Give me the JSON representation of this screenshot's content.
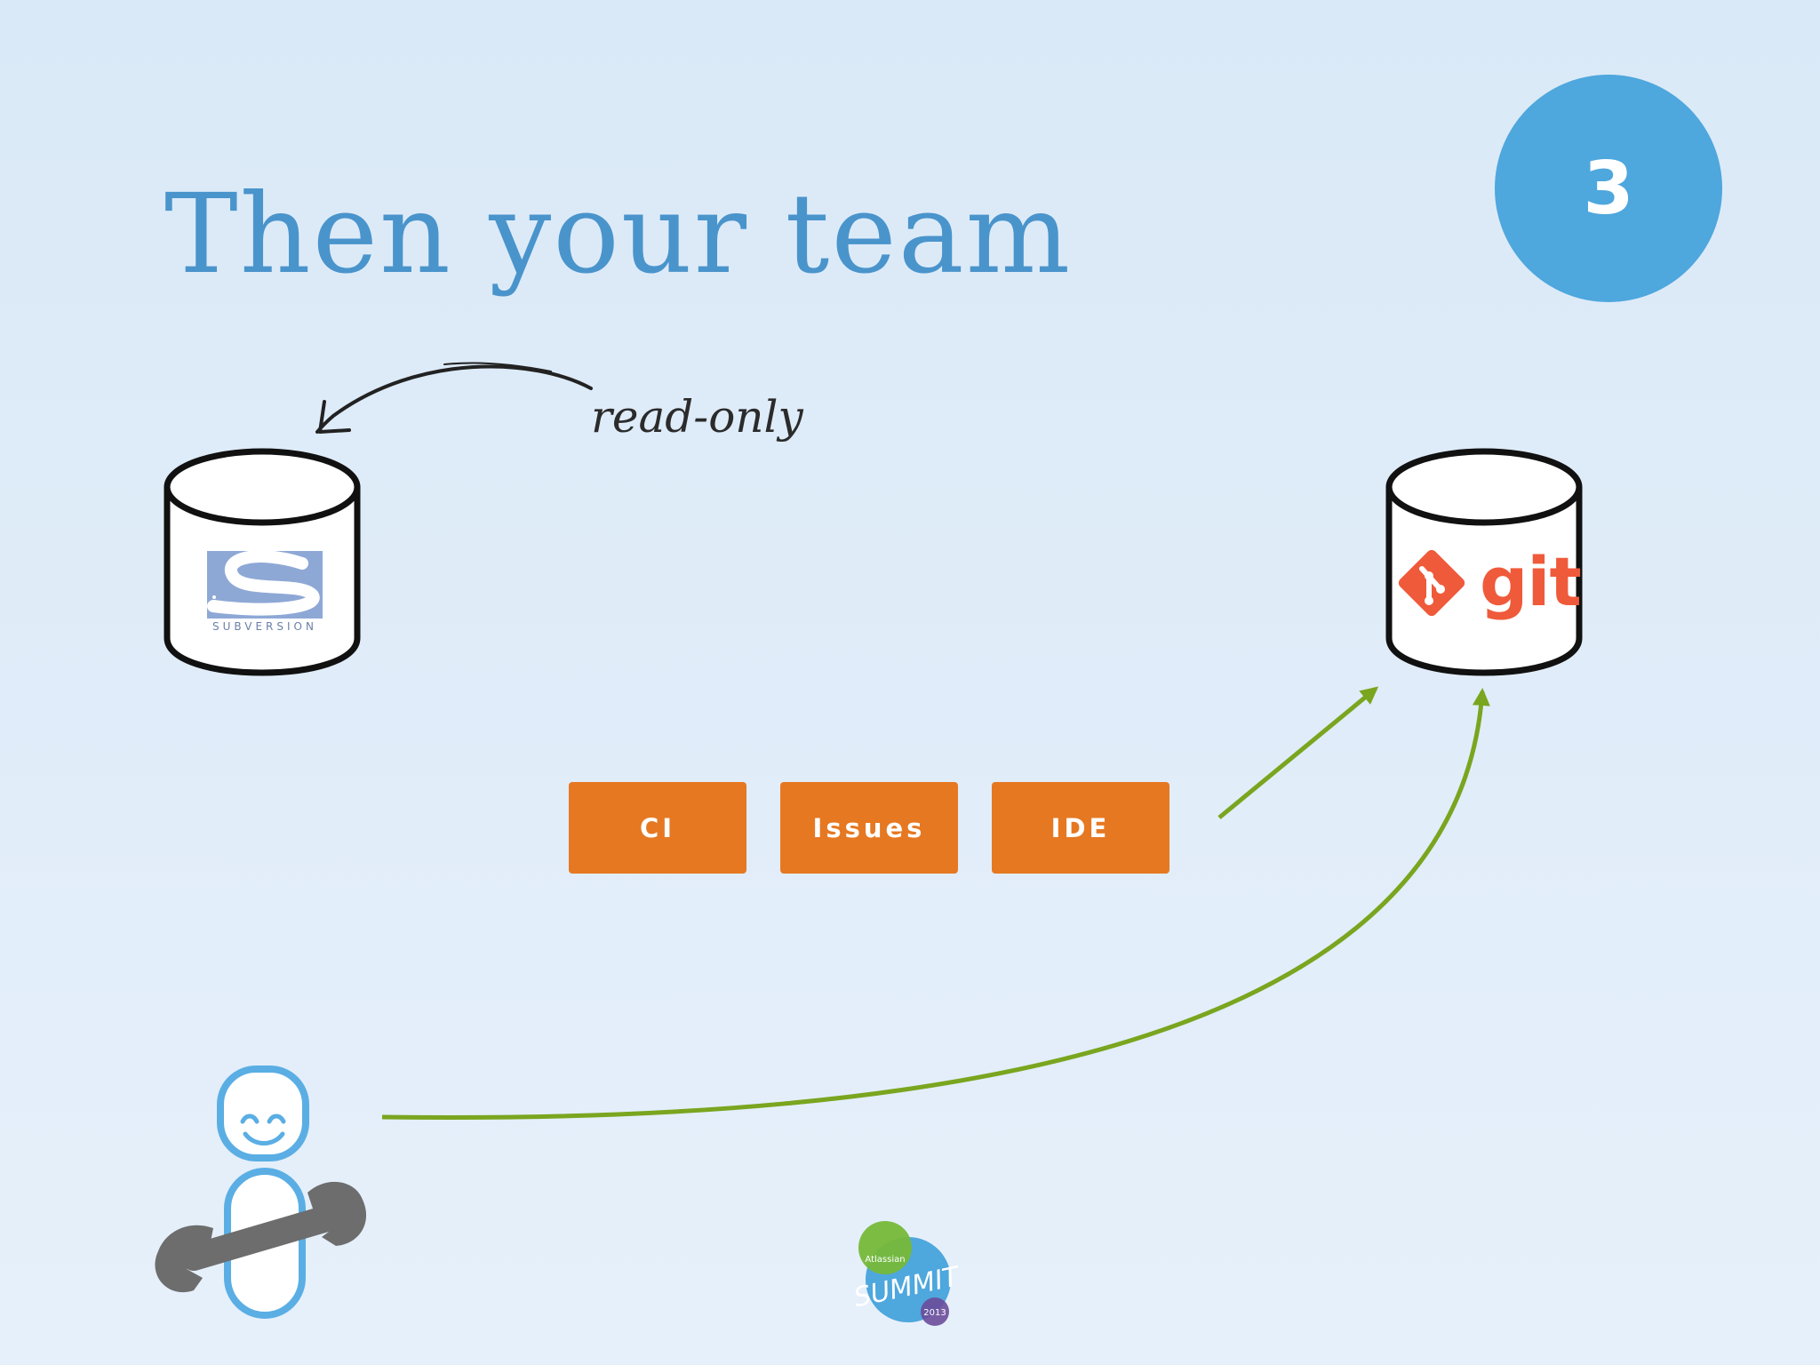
{
  "title": "Then your team",
  "step_number": "3",
  "annotation": "read-only",
  "repositories": {
    "source": {
      "name": "Subversion",
      "logo_text": "SUBVERSION"
    },
    "target": {
      "name": "Git",
      "logo_text": "git"
    }
  },
  "tools": [
    {
      "label": "CI"
    },
    {
      "label": "Issues"
    },
    {
      "label": "IDE"
    }
  ],
  "colors": {
    "title": "#4a94cc",
    "badge": "#4ea7dd",
    "tool_box": "#e67822",
    "arrow_green": "#7aa51f",
    "git_orange": "#ef5a3a",
    "person_outline": "#5aaee4",
    "wrench": "#6d6d6d"
  },
  "icons": [
    "subversion-logo",
    "git-logo",
    "developer-with-wrench-icon",
    "atlassian-summit-logo"
  ]
}
